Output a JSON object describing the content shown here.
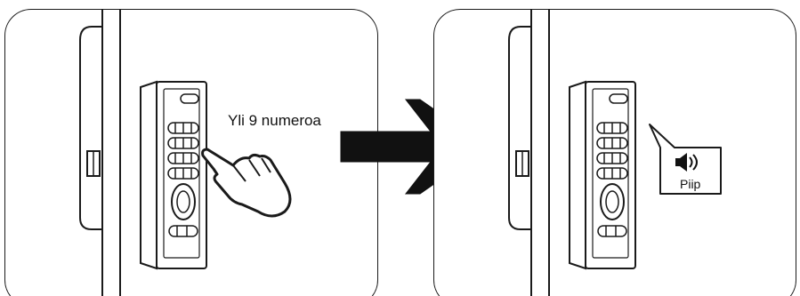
{
  "panels": [
    {
      "id": "left",
      "annotation": "Yli 9 numeroa"
    },
    {
      "id": "right",
      "callout": "Piip",
      "icon": "speaker-icon"
    }
  ],
  "arrow": {
    "icon": "right-arrow-icon"
  }
}
